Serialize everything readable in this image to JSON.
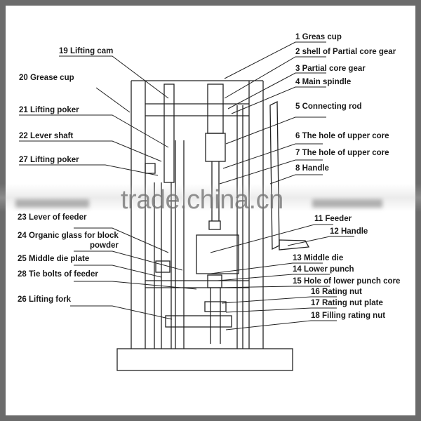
{
  "diagram": {
    "right_labels": [
      "1 Greas cup",
      "2 shell of Partial core gear",
      "3 Partial core gear",
      "4 Main spindle",
      "5 Connecting rod",
      "6 The hole of upper core",
      "7 The hole of upper core",
      "8 Handle",
      "11 Feeder",
      "12 Handle",
      "13 Middle die",
      "14 Lower punch",
      "15 Hole of lower punch core",
      "16 Rating nut",
      "17 Rating nut plate",
      "18 Filling rating nut"
    ],
    "left_labels": [
      "19 Lifting cam",
      "20 Grease cup",
      "21 Lifting poker",
      "22 Lever shaft",
      "27 Lifting poker",
      "23 Lever of feeder",
      "24 Organic glass for block",
      "powder",
      "25 Middle die plate",
      "28 Tie bolts of feeder",
      "26 Lifting fork"
    ]
  },
  "watermark": "trade.china.cn",
  "colors": {
    "frame": "#6b6b6b",
    "ink": "#1a1a1a",
    "background": "#ffffff"
  }
}
